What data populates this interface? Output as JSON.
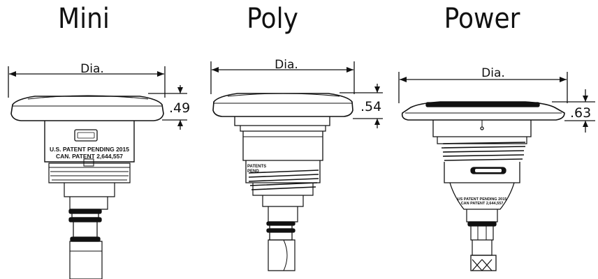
{
  "titles": {
    "mini": "Mini",
    "poly": "Poly",
    "power": "Power"
  },
  "dimensions": {
    "mini": {
      "dia_label": "Dia.",
      "height_label": ".49"
    },
    "poly": {
      "dia_label": "Dia.",
      "height_label": ".54"
    },
    "power": {
      "dia_label": "Dia.",
      "height_label": ".63"
    }
  },
  "mini_patent": {
    "line1": "U.S. PATENT PENDING 2015",
    "line2": "CAN. PATENT 2,644,557"
  },
  "poly_marks": {
    "line1": "PATENTS",
    "line2": "PEND"
  },
  "power_marks": {
    "line1": "US PATENT PENDING 2015",
    "line2": "CAN PATENT 2,644,557"
  }
}
